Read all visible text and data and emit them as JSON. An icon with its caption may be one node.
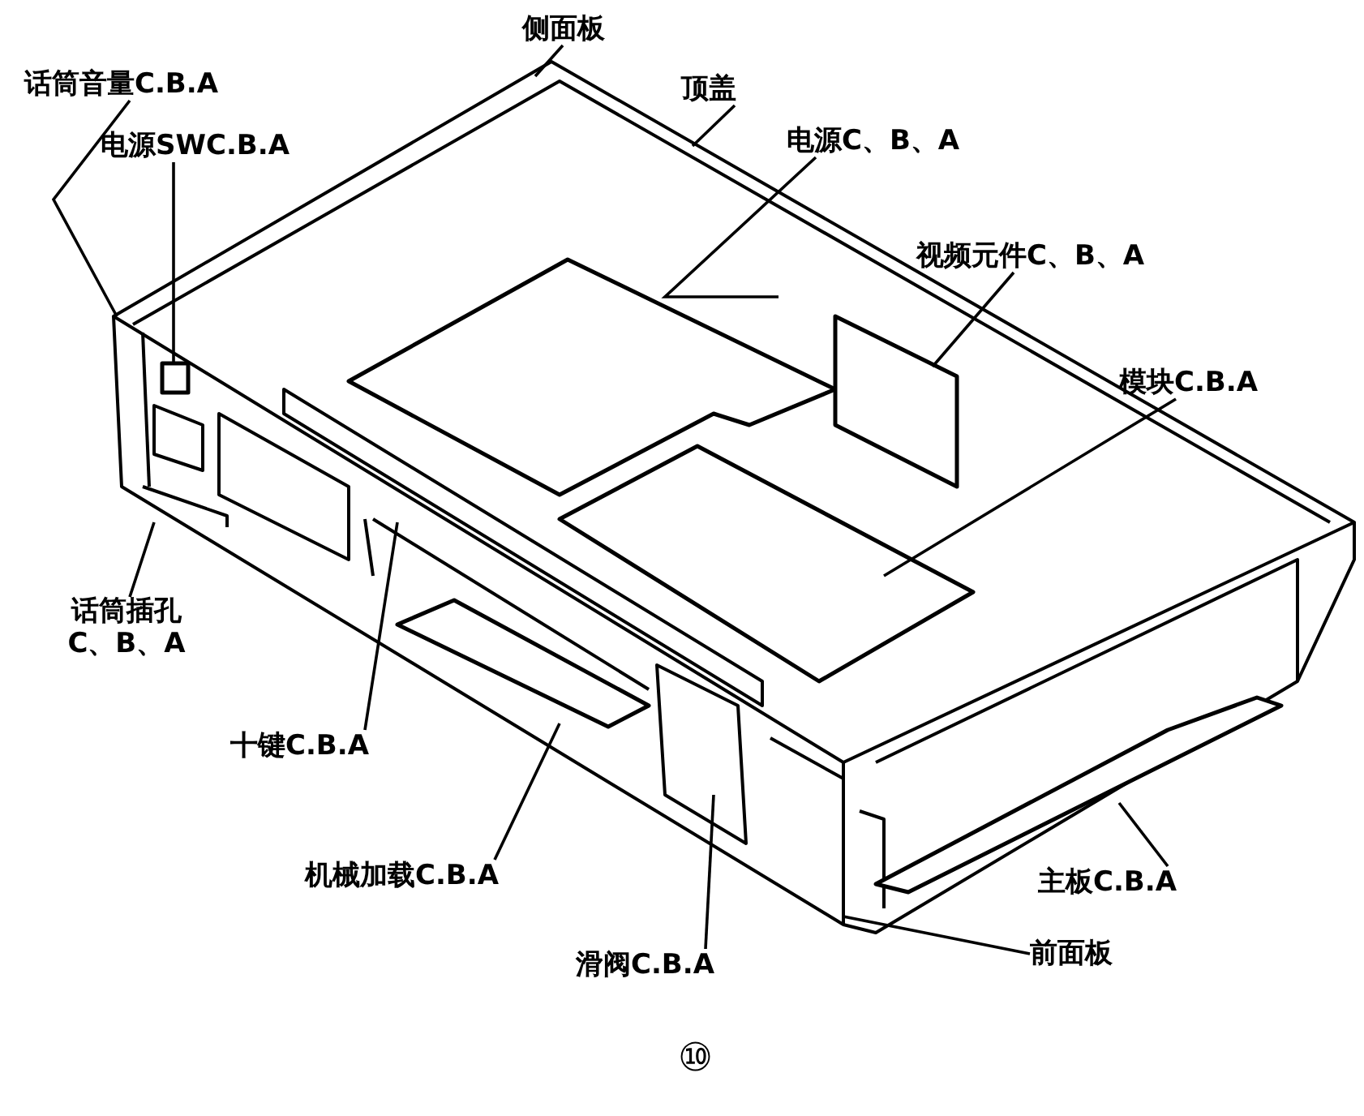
{
  "diagram": {
    "nodes": [
      {
        "text": [
          "侧面板"
        ]
      },
      {
        "text": [
          "话筒音量C.B.A"
        ]
      },
      {
        "text": [
          "电源SWC.B.A"
        ]
      },
      {
        "text": [
          "顶盖"
        ]
      },
      {
        "text": [
          "电源C、B、A"
        ]
      },
      {
        "text": [
          "视频元件C、B、A"
        ]
      },
      {
        "text": [
          "模块C.B.A"
        ]
      },
      {
        "text": [
          "话筒插孔 C、B、A"
        ]
      },
      {
        "text": [
          "十键C.B.A"
        ]
      },
      {
        "text": [
          "机械加载C.B.A"
        ]
      },
      {
        "text": [
          "主板C.B.A"
        ]
      },
      {
        "text": [
          "滑阀C.B.A"
        ]
      },
      {
        "text": [
          "前面板"
        ]
      },
      {
        "text": [],
        "shape": "box"
      },
      {
        "text": [],
        "shape": "box"
      },
      {
        "text": [],
        "shape": "box"
      },
      {
        "text": [],
        "shape": "box"
      },
      {
        "text": [],
        "shape": "box"
      },
      {
        "text": [],
        "shape": "box"
      }
    ],
    "edges": [
      {
        "from": 0,
        "to": null,
        "arrow": "none"
      },
      {
        "from": 1,
        "to": null,
        "arrow": "none"
      },
      {
        "from": 2,
        "to": 18,
        "arrow": "none"
      },
      {
        "from": 3,
        "to": null,
        "arrow": "none"
      },
      {
        "from": 4,
        "to": 13,
        "arrow": "none"
      },
      {
        "from": 5,
        "to": 14,
        "arrow": "none"
      },
      {
        "from": 6,
        "to": 15,
        "arrow": "none"
      },
      {
        "from": 7,
        "to": null,
        "arrow": "none"
      },
      {
        "from": 8,
        "to": null,
        "arrow": "none"
      },
      {
        "from": 9,
        "to": 17,
        "arrow": "none"
      },
      {
        "from": 10,
        "to": 16,
        "arrow": "none"
      },
      {
        "from": 11,
        "to": null,
        "arrow": "none"
      },
      {
        "from": 12,
        "to": null,
        "arrow": "none"
      }
    ],
    "labels": [
      "⑩"
    ]
  }
}
